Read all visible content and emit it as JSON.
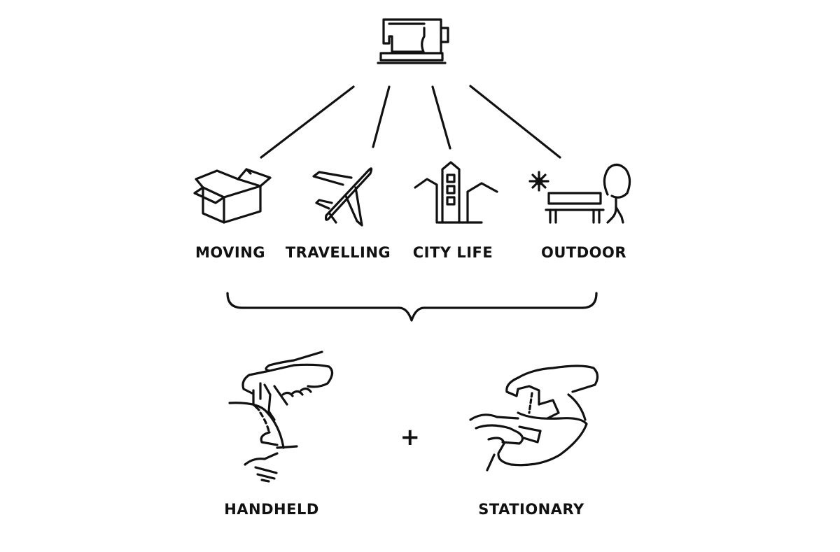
{
  "labels": {
    "moving": "MOVING",
    "travelling": "TRAVELLING",
    "city_life": "CITY LIFE",
    "outdoor": "OUTDOOR",
    "handheld": "HANDHELD",
    "stationary": "STATIONARY",
    "plus": "+"
  },
  "icons": {
    "root": "sewing-machine-icon",
    "moving": "box-icon",
    "travelling": "airplane-icon",
    "city_life": "building-icon",
    "outdoor": "park-bench-icon",
    "handheld": "handheld-sewing-icon",
    "stationary": "stationary-sewing-icon"
  },
  "colors": {
    "stroke": "#111111",
    "background": "#ffffff"
  }
}
